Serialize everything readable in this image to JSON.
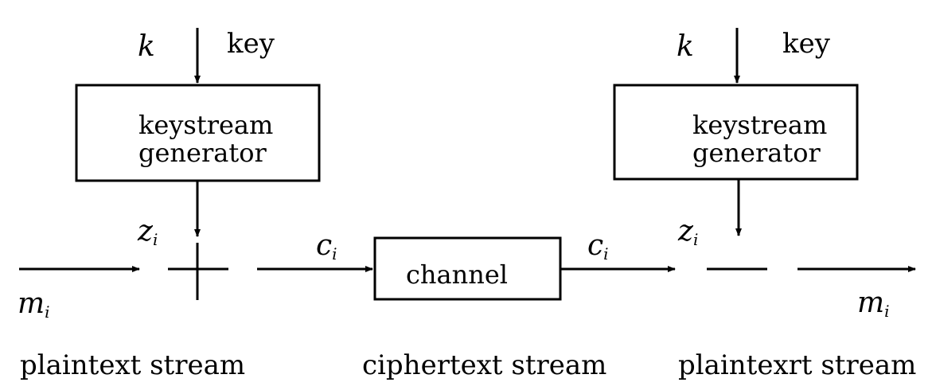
{
  "encrypt": {
    "key_symbol": "k",
    "key_label": "key",
    "generator_line1": "keystream",
    "generator_line2": "generator",
    "keystream_symbol": "z",
    "keystream_subscript": "i",
    "input_symbol": "m",
    "input_subscript": "i",
    "stream_label": "plaintext stream"
  },
  "channel": {
    "box_label": "channel",
    "in_symbol": "c",
    "in_subscript": "i",
    "out_symbol": "c",
    "out_subscript": "i",
    "stream_label": "ciphertext stream"
  },
  "decrypt": {
    "key_symbol": "k",
    "key_label": "key",
    "generator_line1": "keystream",
    "generator_line2": "generator",
    "keystream_symbol": "z",
    "keystream_subscript": "i",
    "output_symbol": "m",
    "output_subscript": "i",
    "stream_label": "plaintexrt stream"
  }
}
